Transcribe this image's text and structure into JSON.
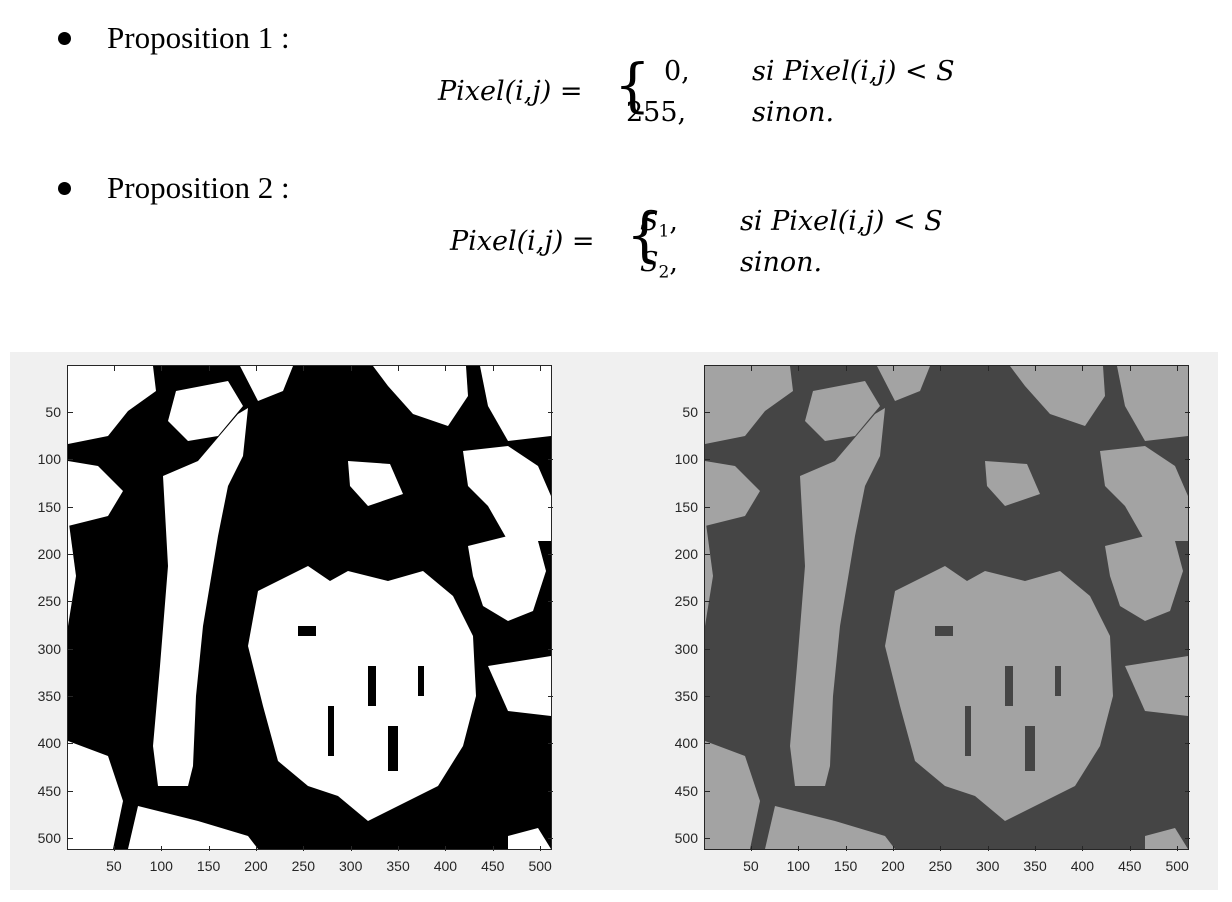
{
  "propositions": [
    {
      "label": "Proposition 1 :",
      "lhs": "Pixel(i,j) =",
      "cases": [
        {
          "value": "0,",
          "condition": "si Pixel(i,j) < S"
        },
        {
          "value": "255,",
          "condition": "sinon."
        }
      ]
    },
    {
      "label": "Proposition 2 :",
      "lhs": "Pixel(i,j) =",
      "cases": [
        {
          "value": "S",
          "sub": "1",
          "suffix": ",",
          "condition": "si Pixel(i,j) < S"
        },
        {
          "value": "S",
          "sub": "2",
          "suffix": ",",
          "condition": "sinon."
        }
      ]
    }
  ],
  "figures": [
    {
      "name": "binary-image-0-255",
      "background_color": "#000000",
      "foreground_color": "#ffffff",
      "x_ticks": [
        "50",
        "100",
        "150",
        "200",
        "250",
        "300",
        "350",
        "400",
        "450",
        "500"
      ],
      "y_ticks": [
        "50",
        "100",
        "150",
        "200",
        "250",
        "300",
        "350",
        "400",
        "450",
        "500"
      ]
    },
    {
      "name": "two-level-image-s1-s2",
      "background_color": "#454545",
      "foreground_color": "#a3a3a3",
      "x_ticks": [
        "50",
        "100",
        "150",
        "200",
        "250",
        "300",
        "350",
        "400",
        "450",
        "500"
      ],
      "y_ticks": [
        "50",
        "100",
        "150",
        "200",
        "250",
        "300",
        "350",
        "400",
        "450",
        "500"
      ]
    }
  ],
  "colors": {
    "figure_background": "#f0f0f0",
    "axis": "#262626"
  }
}
